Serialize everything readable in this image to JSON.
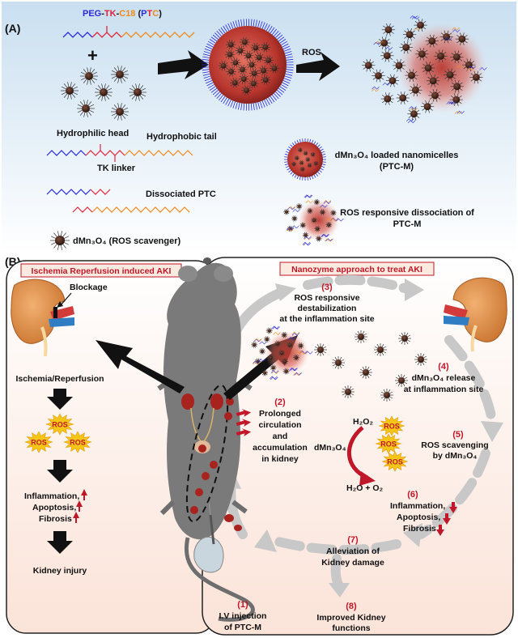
{
  "panelA": {
    "label": "(A)",
    "formula": {
      "peg": "PEG",
      "d1": "-",
      "tk": "TK",
      "d2": "-",
      "c18": "C18",
      "open": " (",
      "p": "P",
      "t": "T",
      "c": "C",
      "close": ")"
    },
    "plus": "+",
    "ros_arrow": "ROS",
    "hydrophilic_head": "Hydrophilic head",
    "hydrophobic_tail": "Hydrophobic tail",
    "tk_linker": "TK linker",
    "dissociated_ptc": "Dissociated PTC",
    "scavenger_label": "dMn₃O₄ (ROS scavenger)",
    "loaded_line1": "dMn₃O₄ loaded nanomicelles",
    "loaded_line2": "(PTC-M)",
    "dissoc_line1": "ROS responsive dissociation of",
    "dissoc_line2": "PTC-M"
  },
  "panelB": {
    "label": "(B)",
    "left_title": "Ischemia Reperfusion induced AKI",
    "right_title": "Nanozyme approach to treat AKI",
    "blockage": "Blockage",
    "ischemia": "Ischemia/Reperfusion",
    "ros": "ROS",
    "left_inflammation": "Inflammation,",
    "left_apoptosis": "Apoptosis,",
    "left_fibrosis": "Fibrosis",
    "kidney_injury": "Kidney injury",
    "step1_num": "(1)",
    "step1_l1": "I.V injection",
    "step1_l2": "of PTC-M",
    "step2_num": "(2)",
    "step2_l1": "Prolonged",
    "step2_l2": "circulation",
    "step2_l3": "and",
    "step2_l4": "accumulation",
    "step2_l5": "in kidney",
    "step3_num": "(3)",
    "step3_l1": "ROS responsive",
    "step3_l2": "destabilization",
    "step3_l3": "at the inflammation site",
    "step4_num": "(4)",
    "step4_l1": "dMn₃O₄ release",
    "step4_l2": "at inflammation site",
    "step5_num": "(5)",
    "step5_l1": "ROS scavenging",
    "step5_l2": "by dMn₃O₄",
    "h2o2": "H₂O₂",
    "dmn": "dMn₃O₄",
    "products": "H₂O + O₂",
    "step6_num": "(6)",
    "step6_l1": "Inflammation,",
    "step6_l2": "Apoptosis,",
    "step6_l3": "Fibrosis",
    "step7_num": "(7)",
    "step7_l1": "Alleviation of",
    "step7_l2": "Kidney damage",
    "step8_num": "(8)",
    "step8_l1": "Improved Kidney",
    "step8_l2": "functions"
  },
  "colors": {
    "peg": "#2a2ad8",
    "tk": "#e0243a",
    "c18": "#f08a1c",
    "step_red": "#c0182a",
    "ros_star": "#f5c518",
    "kidney": "#d98a4a",
    "micelle": "#b8362e",
    "mouse": "#7a7a7a",
    "top_gradient": "#c9dff0",
    "panel_fill": "#fbe9e2"
  }
}
